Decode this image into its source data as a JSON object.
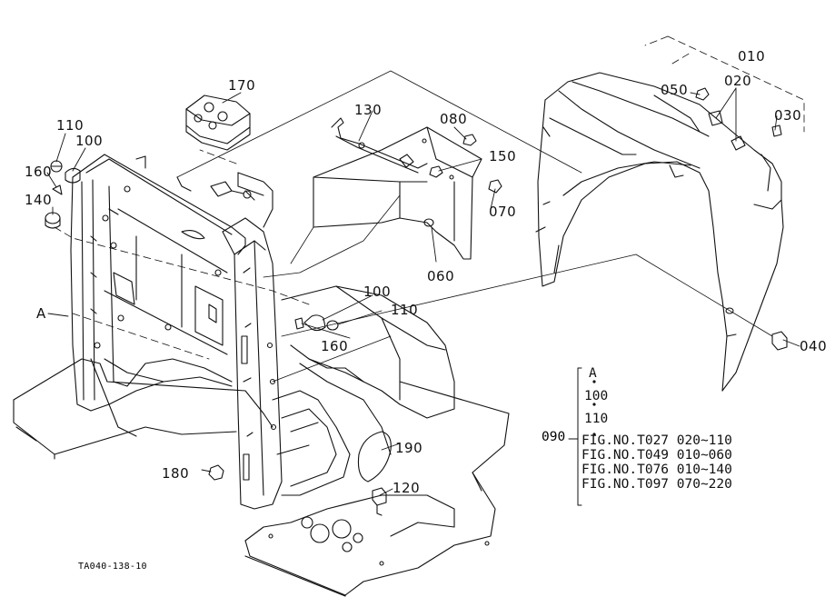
{
  "drawing_code": "TA040-138-10",
  "parts": {
    "p010": "010",
    "p020": "020",
    "p030": "030",
    "p040": "040",
    "p050": "050",
    "p060": "060",
    "p070": "070",
    "p080": "080",
    "p090": "090",
    "p100a": "100",
    "p100b": "100",
    "p110a": "110",
    "p110b": "110",
    "p120": "120",
    "p130": "130",
    "p140": "140",
    "p150": "150",
    "p160a": "160",
    "p160b": "160",
    "p170": "170",
    "p180": "180",
    "p190": "190",
    "pA": "A"
  },
  "legend": {
    "items": [
      "A",
      "100",
      "110"
    ],
    "figures": [
      "FIG.NO.T027  020~110",
      "FIG.NO.T049  010~060",
      "FIG.NO.T076  010~140",
      "FIG.NO.T097  070~220"
    ]
  }
}
